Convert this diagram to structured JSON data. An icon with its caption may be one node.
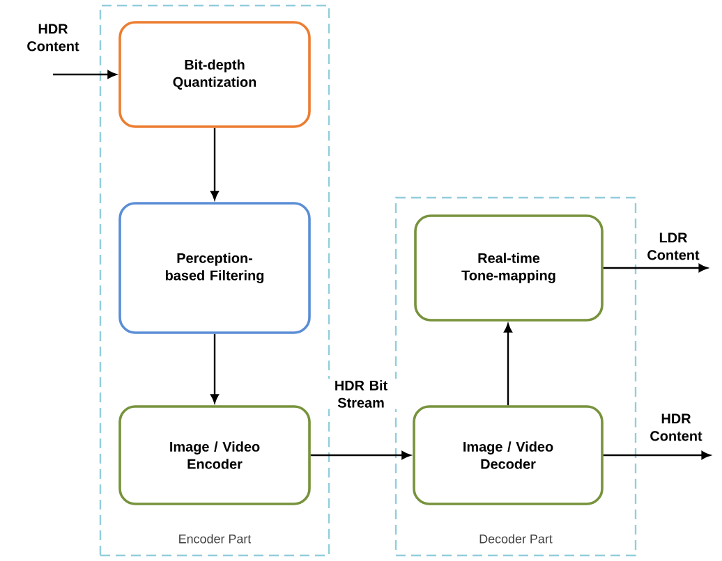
{
  "diagram": {
    "nodes": [
      {
        "text": [
          "Encoder Part"
        ]
      },
      {
        "text": [
          "Bit-depth Quantization"
        ],
        "in": 0
      },
      {
        "text": [
          "Perception-based Filtering"
        ],
        "in": 0
      },
      {
        "text": [
          "Image / Video Encoder"
        ],
        "in": 0
      },
      {
        "text": [
          "Decoder Part"
        ]
      },
      {
        "text": [
          "Real-time Tone-mapping"
        ],
        "in": 4
      },
      {
        "text": [
          "Image / Video Decoder"
        ],
        "in": 4
      },
      {
        "text": [
          "HDR Content"
        ]
      },
      {
        "text": [
          "LDR Content"
        ]
      },
      {
        "text": [
          "HDR Content"
        ]
      }
    ],
    "edges": [
      {
        "from": 7,
        "to": 1,
        "arrow": "to"
      },
      {
        "from": 1,
        "to": 2,
        "arrow": "to"
      },
      {
        "from": 2,
        "to": 3,
        "arrow": "to"
      },
      {
        "from": 3,
        "to": 6,
        "arrow": "to",
        "label": "HDR Bit Stream"
      },
      {
        "from": 6,
        "to": 5,
        "arrow": "to"
      },
      {
        "from": 5,
        "to": 8,
        "arrow": "to"
      },
      {
        "from": 6,
        "to": 9,
        "arrow": "to"
      }
    ]
  }
}
